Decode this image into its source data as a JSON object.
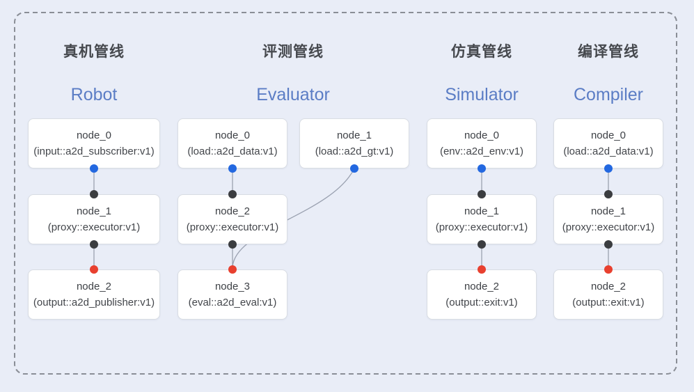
{
  "pipelines": [
    {
      "title_zh": "真机管线",
      "title_en": "Robot",
      "nodes": [
        {
          "name": "node_0",
          "type": "(input::a2d_subscriber:v1)"
        },
        {
          "name": "node_1",
          "type": "(proxy::executor:v1)"
        },
        {
          "name": "node_2",
          "type": "(output::a2d_publisher:v1)"
        }
      ]
    },
    {
      "title_zh": "评测管线",
      "title_en": "Evaluator",
      "nodes": [
        {
          "name": "node_0",
          "type": "(load::a2d_data:v1)"
        },
        {
          "name": "node_1",
          "type": "(load::a2d_gt:v1)"
        },
        {
          "name": "node_2",
          "type": "(proxy::executor:v1)"
        },
        {
          "name": "node_3",
          "type": "(eval::a2d_eval:v1)"
        }
      ]
    },
    {
      "title_zh": "仿真管线",
      "title_en": "Simulator",
      "nodes": [
        {
          "name": "node_0",
          "type": "(env::a2d_env:v1)"
        },
        {
          "name": "node_1",
          "type": "(proxy::executor:v1)"
        },
        {
          "name": "node_2",
          "type": "(output::exit:v1)"
        }
      ]
    },
    {
      "title_zh": "编译管线",
      "title_en": "Compiler",
      "nodes": [
        {
          "name": "node_0",
          "type": "(load::a2d_data:v1)"
        },
        {
          "name": "node_1",
          "type": "(proxy::executor:v1)"
        },
        {
          "name": "node_2",
          "type": "(output::exit:v1)"
        }
      ]
    }
  ],
  "colors": {
    "dot_blue": "#2368e0",
    "dot_black": "#3b3d40",
    "dot_red": "#e8402f",
    "title_en_blue": "#5b7dc5",
    "wire_gray": "#9aa1b0"
  }
}
